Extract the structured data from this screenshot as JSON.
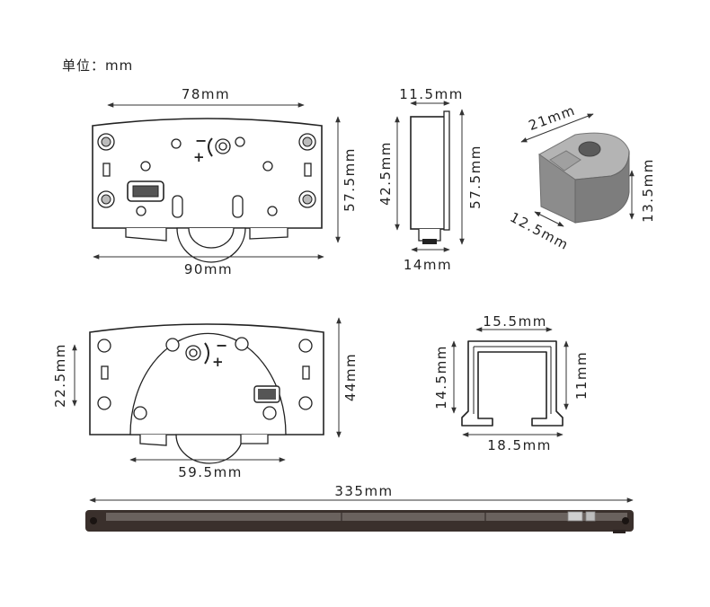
{
  "unit_label": "单位：mm",
  "dimensions": {
    "top_width": "78mm",
    "bottom_width": "90mm",
    "front_height": "57.5mm",
    "side_top": "11.5mm",
    "side_left_height": "42.5mm",
    "side_right_height": "57.5mm",
    "side_bottom": "14mm",
    "clip_length": "21mm",
    "clip_height": "13.5mm",
    "clip_depth": "12.5mm",
    "back_left_height": "22.5mm",
    "back_right_height": "44mm",
    "wheel_width": "59.5mm",
    "track_top": "15.5mm",
    "track_left": "14.5mm",
    "track_right": "11mm",
    "track_bottom": "18.5mm",
    "rail_length": "335mm"
  },
  "adjust_symbols": {
    "minus": "−",
    "plus": "+"
  },
  "colors": {
    "line": "#222222",
    "clip_gray": "#8a8a8a",
    "rail_dark": "#3a302c"
  }
}
